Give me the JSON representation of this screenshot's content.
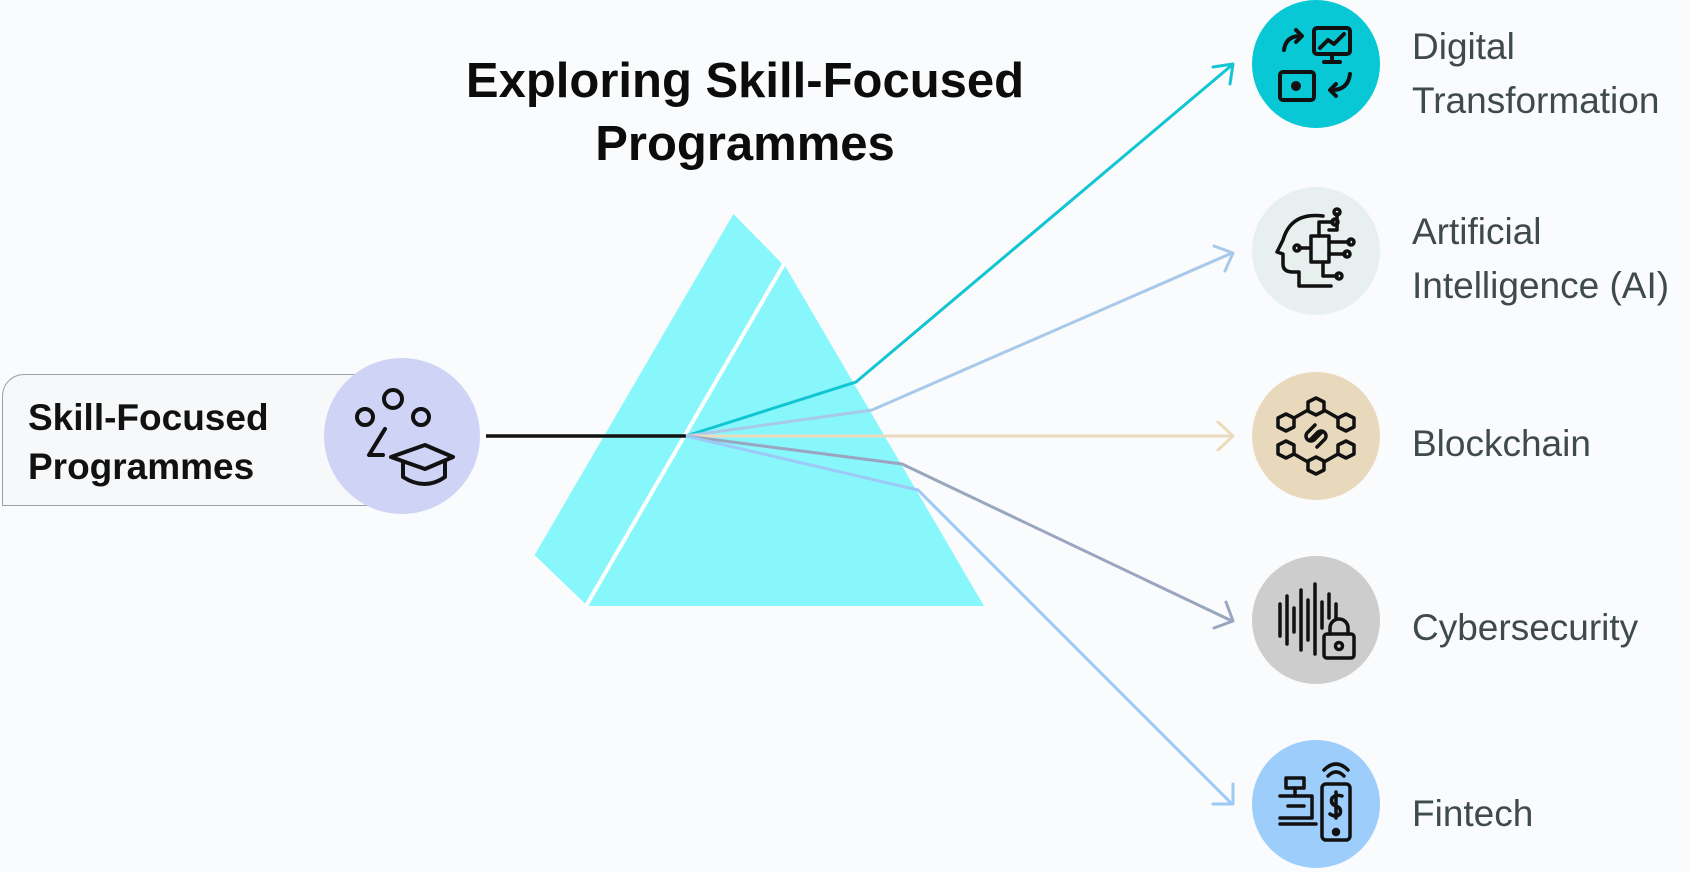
{
  "title": "Exploring Skill-Focused Programmes",
  "source": {
    "label": "Skill-Focused Programmes",
    "icon": "team-graduation-cap-icon",
    "color": "#cfd3f5"
  },
  "prism_color": "#88f7fb",
  "input_beam_color": "#111111",
  "outputs": [
    {
      "label": "Digital Transformation",
      "icon": "transformation-monitor-icon",
      "color": "#09c8d6",
      "beam": "#12c5d3"
    },
    {
      "label": "Artificial Intelligence (AI)",
      "icon": "ai-head-circuit-icon",
      "color": "#e7efef",
      "beam": "#a8c9ea"
    },
    {
      "label": "Blockchain",
      "icon": "blockchain-cubes-icon",
      "color": "#e8d9bc",
      "beam": "#ecdcbf"
    },
    {
      "label": "Cybersecurity",
      "icon": "soundwave-lock-icon",
      "color": "#cdcdcd",
      "beam": "#9aa6c0"
    },
    {
      "label": "Fintech",
      "icon": "pos-mobile-payment-icon",
      "color": "#9ccdfb",
      "beam": "#9cc9f5"
    }
  ]
}
